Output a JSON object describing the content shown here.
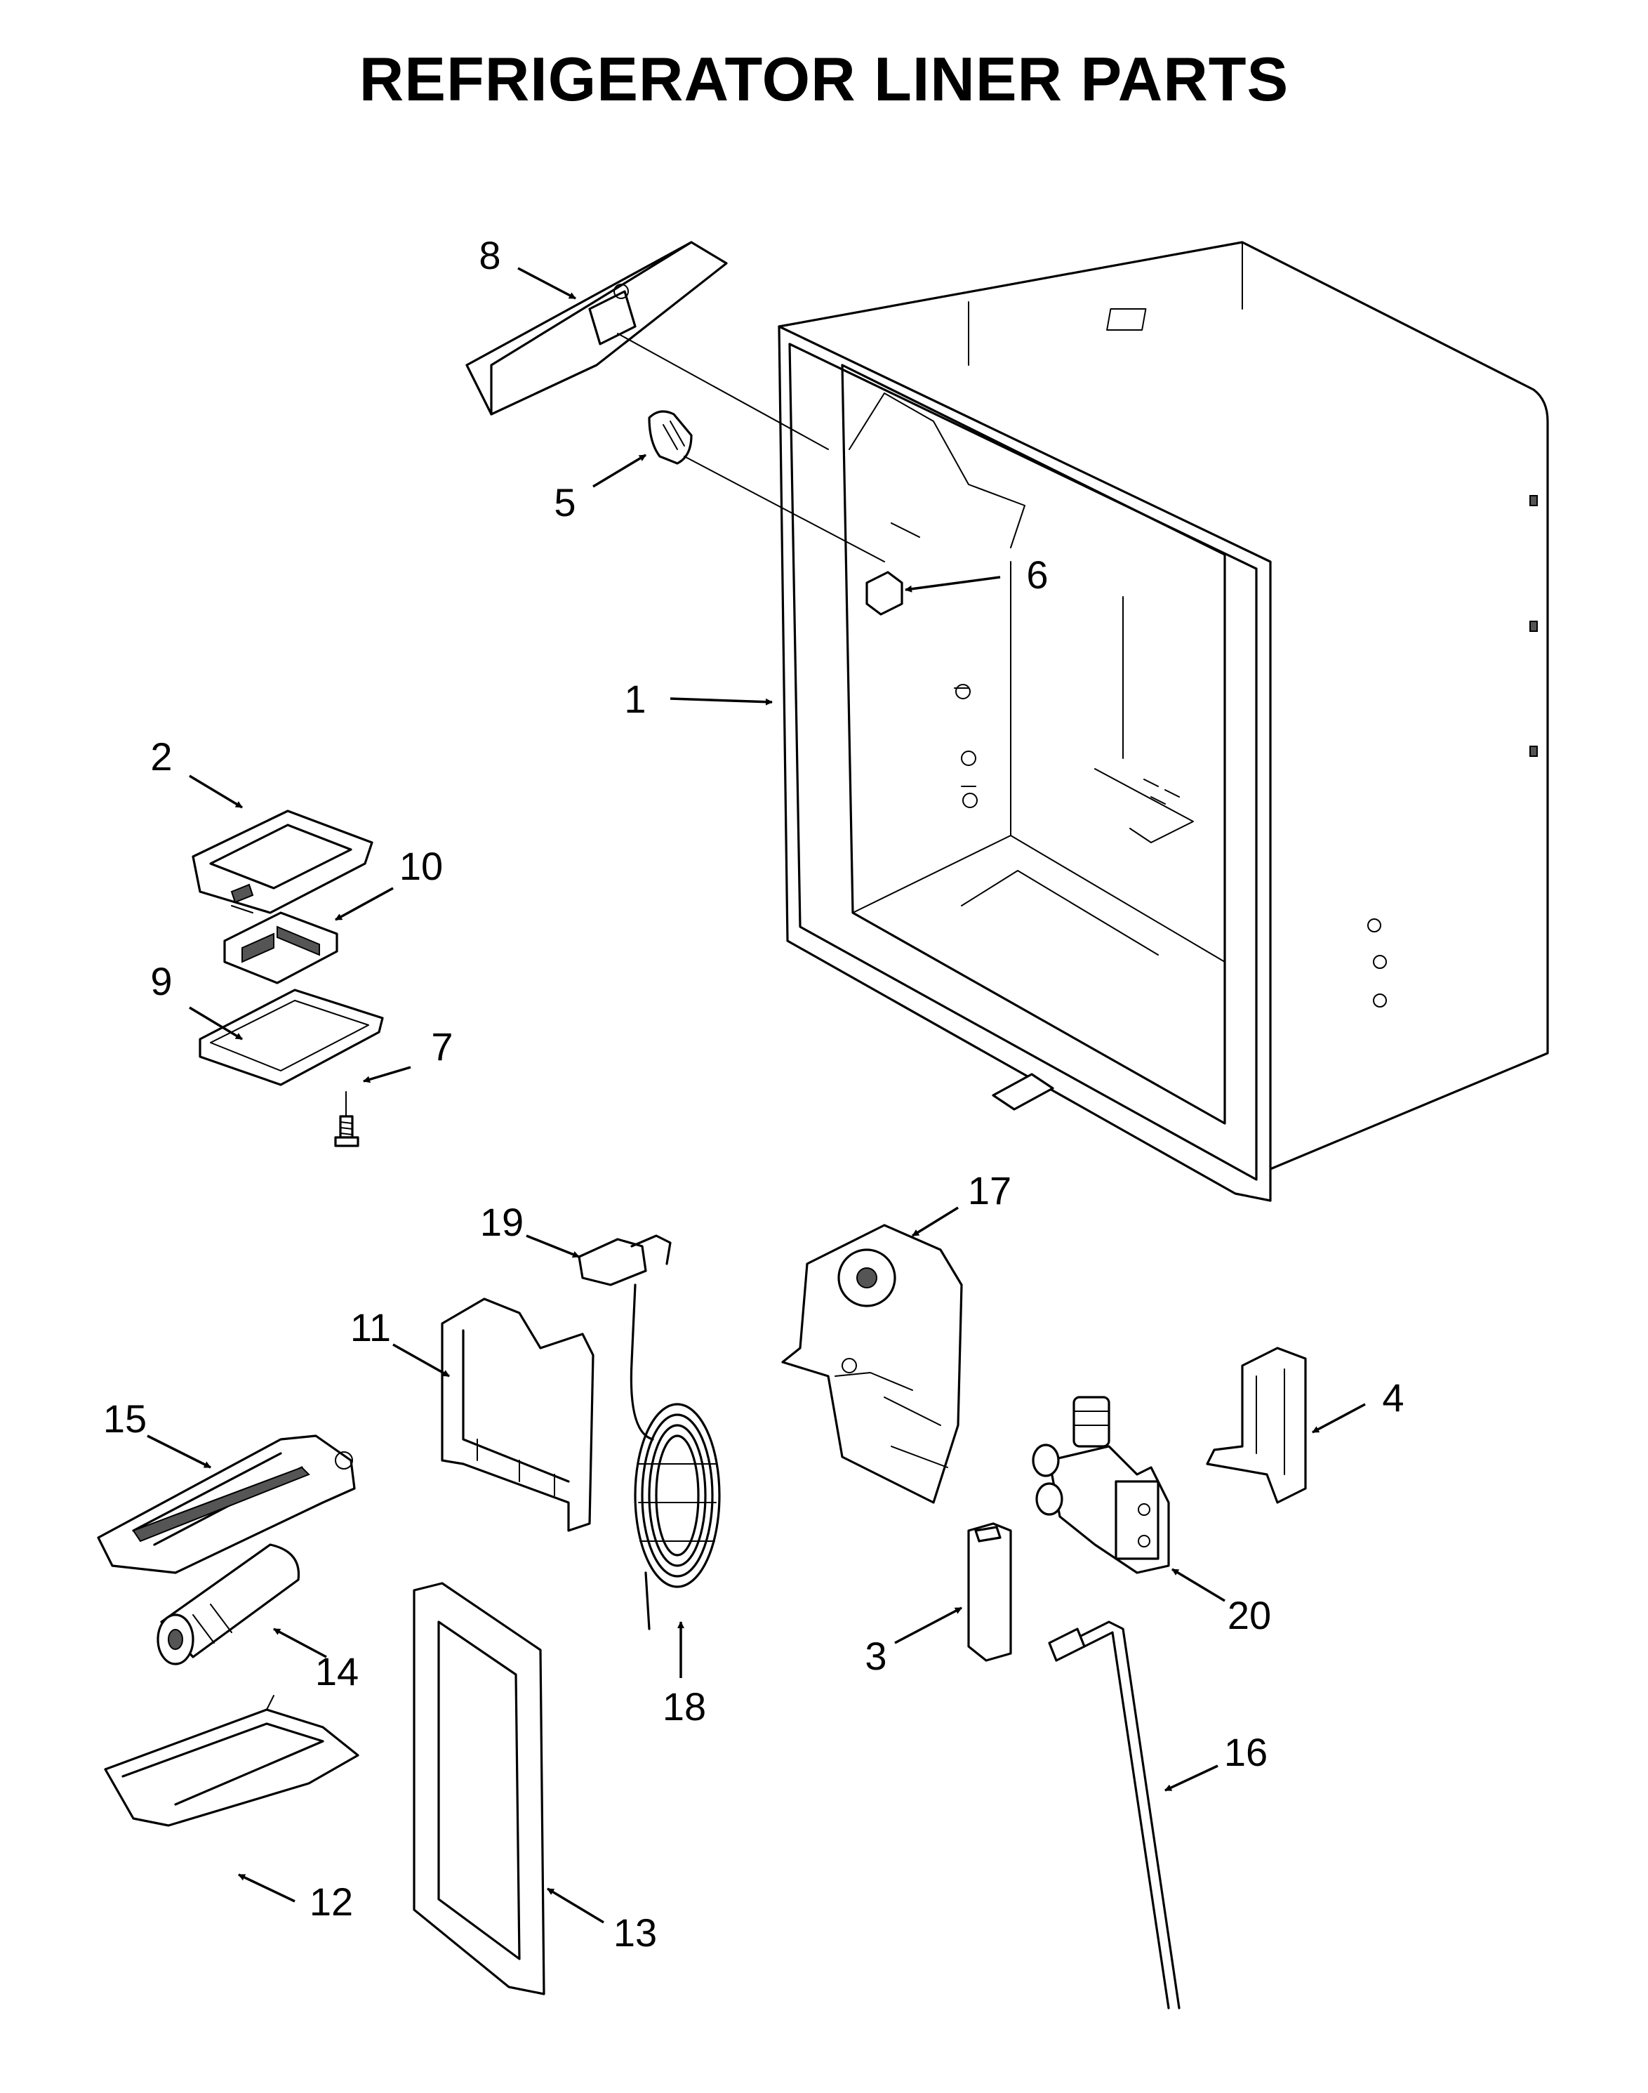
{
  "title": "REFRIGERATOR LINER PARTS",
  "callouts": {
    "c1": "1",
    "c2": "2",
    "c3": "3",
    "c4": "4",
    "c5": "5",
    "c6": "6",
    "c7": "7",
    "c8": "8",
    "c9": "9",
    "c10": "10",
    "c11": "11",
    "c12": "12",
    "c13": "13",
    "c14": "14",
    "c15": "15",
    "c16": "16",
    "c17": "17",
    "c18": "18",
    "c19": "19",
    "c20": "20"
  }
}
